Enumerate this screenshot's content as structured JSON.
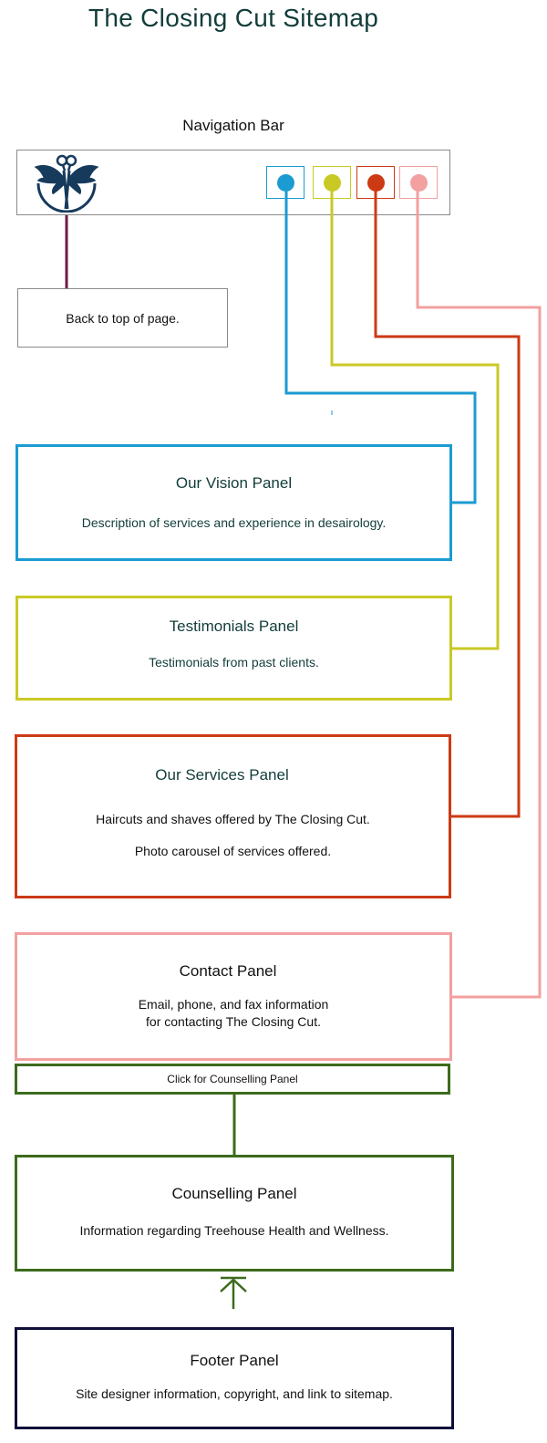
{
  "page_title": "The Closing Cut Sitemap",
  "navigation": {
    "heading": "Navigation Bar",
    "logo_icon": "winged-scissors-logo-icon",
    "nav_items": [
      {
        "key": "vision",
        "color": "#1b9bd1"
      },
      {
        "key": "testimonials",
        "color": "#c9c926"
      },
      {
        "key": "services",
        "color": "#cc3a14"
      },
      {
        "key": "contact",
        "color": "#f2a0a0"
      }
    ],
    "logo_link_color": "#6b1d46"
  },
  "back_to_top": {
    "label": "Back to top of page."
  },
  "panels": {
    "vision": {
      "title": "Our Vision Panel",
      "description": "Description of services and experience in desairology.",
      "color": "#1b9bd1"
    },
    "testimonials": {
      "title": "Testimonials Panel",
      "description": "Testimonials from past clients.",
      "color": "#c9c926"
    },
    "services": {
      "title": "Our Services Panel",
      "line1": "Haircuts and shaves offered by The Closing Cut.",
      "line2": "Photo carousel of services offered.",
      "color": "#cc3a14"
    },
    "contact": {
      "title": "Contact Panel",
      "line1": "Email, phone, and fax information",
      "line2": "for contacting The Closing Cut.",
      "color": "#f2a0a0"
    },
    "counselling_link": {
      "label": "Click for Counselling Panel",
      "color": "#3c6b1d"
    },
    "counselling": {
      "title": "Counselling Panel",
      "description": "Information regarding Treehouse Health and Wellness.",
      "color": "#3c6b1d"
    },
    "footer": {
      "title": "Footer Panel",
      "description": "Site designer information, copyright, and link to sitemap.",
      "color": "#0f0f3a"
    }
  }
}
